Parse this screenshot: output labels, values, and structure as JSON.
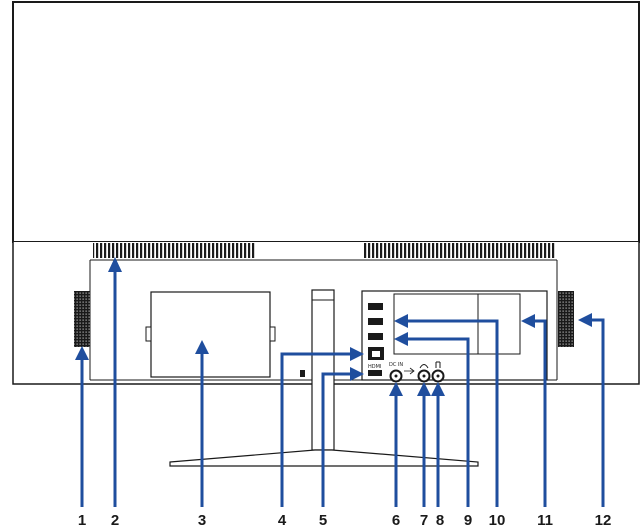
{
  "diagram": {
    "type": "monitor rear panel",
    "colors": {
      "outline": "#1a1a1a",
      "arrow": "#1f4e9e",
      "vent": "#1a1a1a",
      "background": "#ffffff"
    },
    "callouts": [
      {
        "id": "1",
        "label": "1"
      },
      {
        "id": "2",
        "label": "2"
      },
      {
        "id": "3",
        "label": "3"
      },
      {
        "id": "4",
        "label": "4"
      },
      {
        "id": "5",
        "label": "5"
      },
      {
        "id": "6",
        "label": "6"
      },
      {
        "id": "7",
        "label": "7"
      },
      {
        "id": "8",
        "label": "8"
      },
      {
        "id": "9",
        "label": "9"
      },
      {
        "id": "10",
        "label": "10"
      },
      {
        "id": "11",
        "label": "11"
      },
      {
        "id": "12",
        "label": "12"
      }
    ],
    "port_labels": {
      "hdmi_top": "HDMI",
      "dc_in": "DC IN"
    }
  }
}
